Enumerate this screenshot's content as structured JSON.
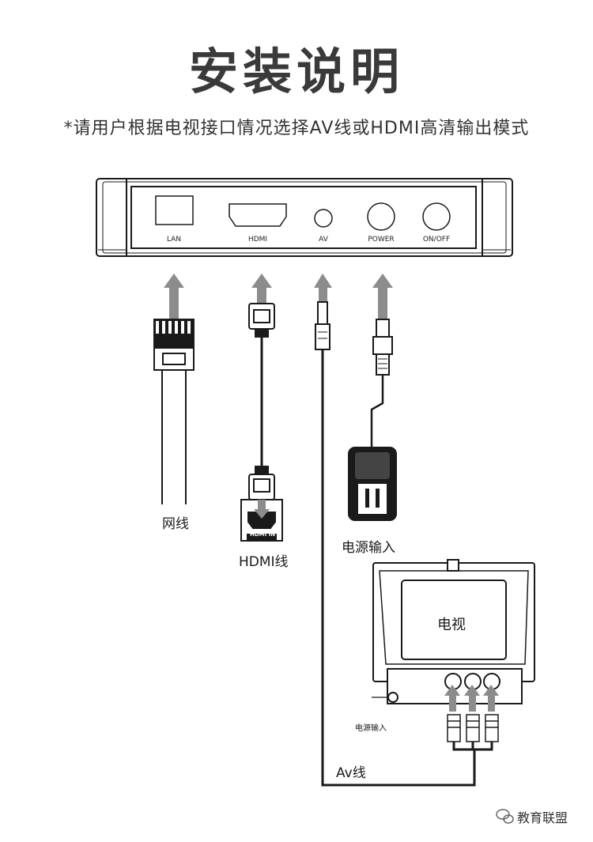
{
  "title": "安装说明",
  "subtitle": "*请用户根据电视接口情况选择AV线或HDMI高清输出模式",
  "device": {
    "ports": [
      "LAN",
      "HDMI",
      "AV",
      "POWER",
      "ON/OFF"
    ]
  },
  "labels": {
    "network_cable": "网线",
    "hdmi_cable": "HDMI线",
    "hdmi_in": "HDMI IN",
    "power_input": "电源输入",
    "tv": "电视",
    "tv_power_input": "电源输入",
    "av_cable": "Av线"
  },
  "watermark": "教育联盟",
  "colors": {
    "arrow": "#8c8c8c",
    "line": "#1a1a1a"
  }
}
